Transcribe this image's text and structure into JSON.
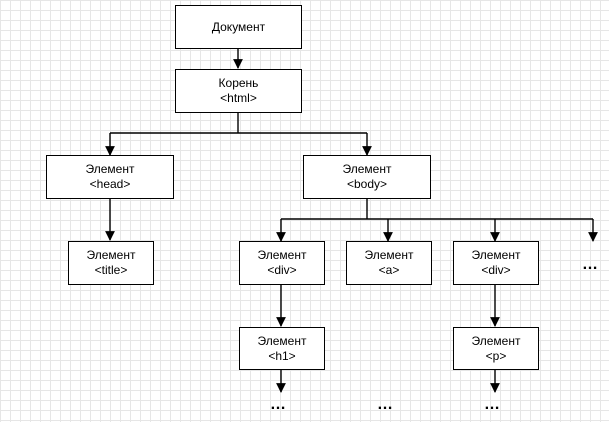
{
  "nodes": {
    "document": {
      "line1": "Документ"
    },
    "root": {
      "line1": "Корень",
      "line2": "<html>"
    },
    "head": {
      "line1": "Элемент",
      "line2": "<head>"
    },
    "body": {
      "line1": "Элемент",
      "line2": "<body>"
    },
    "title": {
      "line1": "Элемент",
      "line2": "<title>"
    },
    "div1": {
      "line1": "Элемент",
      "line2": "<div>"
    },
    "a": {
      "line1": "Элемент",
      "line2": "<a>"
    },
    "div2": {
      "line1": "Элемент",
      "line2": "<div>"
    },
    "h1": {
      "line1": "Элемент",
      "line2": "<h1>"
    },
    "p": {
      "line1": "Элемент",
      "line2": "<p>"
    }
  },
  "ellipsis": "…",
  "edges": [
    [
      "document",
      "root"
    ],
    [
      "root",
      "head"
    ],
    [
      "root",
      "body"
    ],
    [
      "head",
      "title"
    ],
    [
      "body",
      "div1"
    ],
    [
      "body",
      "a"
    ],
    [
      "body",
      "div2"
    ],
    [
      "body",
      "more"
    ],
    [
      "div1",
      "h1"
    ],
    [
      "div2",
      "p"
    ],
    [
      "h1",
      "more"
    ],
    [
      "p",
      "more"
    ]
  ]
}
